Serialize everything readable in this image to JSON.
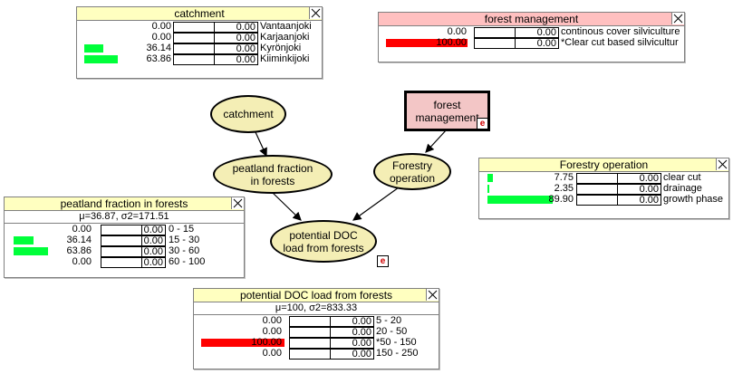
{
  "colors": {
    "bar_green": "#00ff3a",
    "bar_red": "#ff0000",
    "title_yellow": "#ffffc0",
    "title_pink": "#ffc0c0",
    "node_fill": "#f4eeb5",
    "decision_fill": "#f3c6c6"
  },
  "nodes": {
    "catchment": "catchment",
    "forest_management": "forest management",
    "peatland": "peatland fraction in forests",
    "forestry_operation": "Forestry operation",
    "doc_load": "potential DOC load from forests",
    "evidence_label": "e"
  },
  "monitors": {
    "catchment": {
      "title": "catchment",
      "stats": "",
      "states": [
        {
          "label": "Vantaanjoki",
          "value": "0.00",
          "second": "0.00",
          "fraction": 0.0,
          "color": "green"
        },
        {
          "label": "Karjaanjoki",
          "value": "0.00",
          "second": "0.00",
          "fraction": 0.0,
          "color": "green"
        },
        {
          "label": "Kyrönjoki",
          "value": "36.14",
          "second": "0.00",
          "fraction": 0.3614,
          "color": "green"
        },
        {
          "label": "Kiiminkijoki",
          "value": "63.86",
          "second": "0.00",
          "fraction": 0.6386,
          "color": "green"
        }
      ]
    },
    "forest_management": {
      "title": "forest management",
      "stats": "",
      "states": [
        {
          "label": "continous cover silviculture",
          "value": "0.00",
          "second": "0.00",
          "fraction": 0.0,
          "color": "red"
        },
        {
          "label": "*Clear cut based silvicultur",
          "value": "100.00",
          "second": "0.00",
          "fraction": 1.0,
          "color": "red"
        }
      ]
    },
    "forestry_operation": {
      "title": "Forestry operation",
      "stats": "",
      "states": [
        {
          "label": "clear cut",
          "value": "7.75",
          "second": "0.00",
          "fraction": 0.0775,
          "color": "green"
        },
        {
          "label": "drainage",
          "value": "2.35",
          "second": "0.00",
          "fraction": 0.0235,
          "color": "green"
        },
        {
          "label": "growth phase",
          "value": "89.90",
          "second": "0.00",
          "fraction": 0.899,
          "color": "green"
        }
      ]
    },
    "peatland": {
      "title": "peatland fraction in forests",
      "stats": "μ=36.87, σ2=171.51",
      "states": [
        {
          "label": "0 - 15",
          "value": "0.00",
          "second": "0.00",
          "fraction": 0.0,
          "color": "green"
        },
        {
          "label": "15 - 30",
          "value": "36.14",
          "second": "0.00",
          "fraction": 0.3614,
          "color": "green"
        },
        {
          "label": "30 - 60",
          "value": "63.86",
          "second": "0.00",
          "fraction": 0.6386,
          "color": "green"
        },
        {
          "label": "60 - 100",
          "value": "0.00",
          "second": "0.00",
          "fraction": 0.0,
          "color": "green"
        }
      ]
    },
    "doc_load": {
      "title": "potential DOC load from forests",
      "stats": "μ=100, σ2=833.33",
      "states": [
        {
          "label": "5 - 20",
          "value": "0.00",
          "second": "0.00",
          "fraction": 0.0,
          "color": "red"
        },
        {
          "label": "20 - 50",
          "value": "0.00",
          "second": "0.00",
          "fraction": 0.0,
          "color": "red"
        },
        {
          "label": "*50 - 150",
          "value": "100.00",
          "second": "0.00",
          "fraction": 1.0,
          "color": "red"
        },
        {
          "label": "150 - 250",
          "value": "0.00",
          "second": "0.00",
          "fraction": 0.0,
          "color": "red"
        }
      ]
    }
  }
}
